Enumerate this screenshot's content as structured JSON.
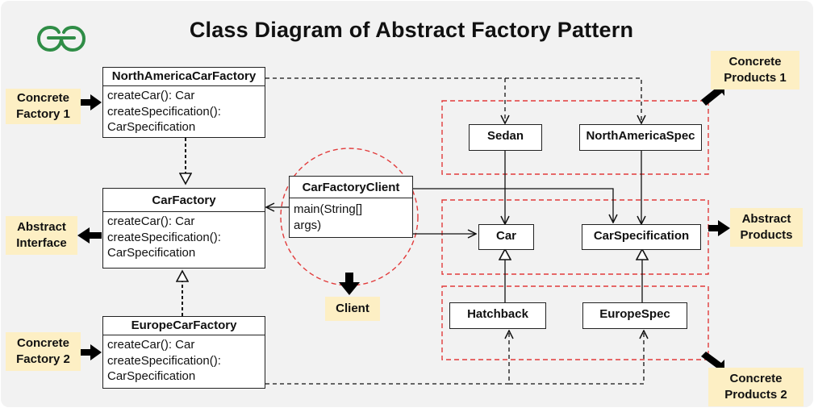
{
  "title": "Class Diagram of Abstract Factory Pattern",
  "colors": {
    "background": "#f2f2f2",
    "logo": "#2f8d46",
    "note": "#fdefc4",
    "group_border": "#e23b3b"
  },
  "classes": {
    "north_america_factory": {
      "name": "NorthAmericaCarFactory",
      "methods": [
        "createCar(): Car",
        "createSpecification():",
        "CarSpecification"
      ]
    },
    "car_factory": {
      "name": "CarFactory",
      "methods": [
        "createCar(): Car",
        "createSpecification():",
        "CarSpecification"
      ]
    },
    "europe_factory": {
      "name": "EuropeCarFactory",
      "methods": [
        "createCar(): Car",
        "createSpecification():",
        "CarSpecification"
      ]
    },
    "client": {
      "name": "CarFactoryClient",
      "methods": [
        "main(String[]",
        "args)"
      ]
    },
    "sedan": {
      "name": "Sedan"
    },
    "na_spec": {
      "name": "NorthAmericaSpec"
    },
    "car": {
      "name": "Car"
    },
    "car_spec": {
      "name": "CarSpecification"
    },
    "hatchback": {
      "name": "Hatchback"
    },
    "europe_spec": {
      "name": "EuropeSpec"
    }
  },
  "notes": {
    "concrete_factory_1": "Concrete Factory 1",
    "abstract_interface": "Abstract Interface",
    "concrete_factory_2": "Concrete Factory 2",
    "client": "Client",
    "concrete_products_1": "Concrete Products 1",
    "abstract_products": "Abstract Products",
    "concrete_products_2": "Concrete Products 2"
  }
}
